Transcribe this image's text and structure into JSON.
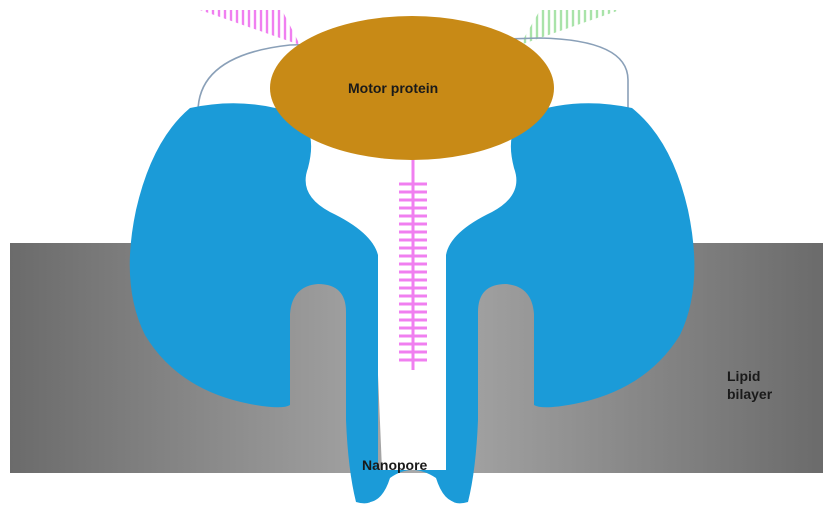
{
  "diagram": {
    "labels": {
      "motor_protein": "Motor protein",
      "lipid_bilayer": "Lipid\nbilayer",
      "nanopore": "Nanopore"
    },
    "colors": {
      "nanopore": "#1b9bd8",
      "motor_protein": "#c88a16",
      "membrane_dark": "#6b6b6b",
      "membrane_light": "#a9a9a9",
      "dna_strand_pink": "#f07ff0",
      "dna_strand_green": "#a9e3a9",
      "tether_line": "#8aa0b8"
    },
    "icons": [
      "nanopore-protein",
      "motor-protein",
      "dna-strand",
      "lipid-membrane"
    ]
  }
}
